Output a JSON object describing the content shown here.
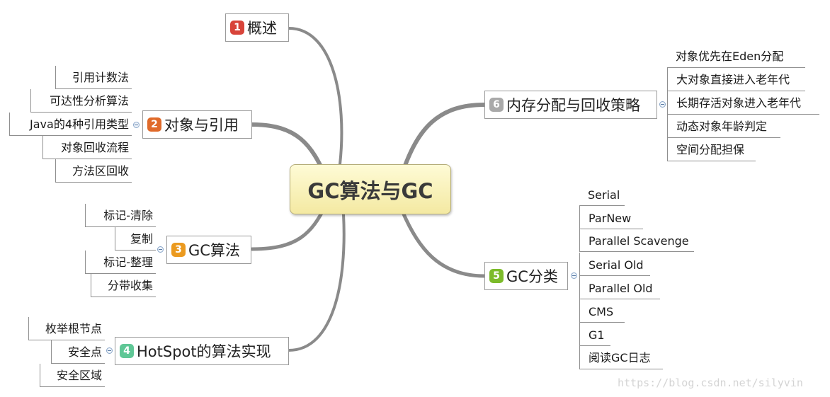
{
  "central": "GC算法与GC",
  "topics": [
    {
      "id": "overview",
      "number": "1",
      "label": "概述",
      "badge_color": "#d8443a",
      "children": []
    },
    {
      "id": "objects",
      "number": "2",
      "label": "对象与引用",
      "badge_color": "#e06a2a",
      "children": [
        "引用计数法",
        "可达性分析算法",
        "Java的4种引用类型",
        "对象回收流程",
        "方法区回收"
      ]
    },
    {
      "id": "gc-algorithms",
      "number": "3",
      "label": "GC算法",
      "badge_color": "#eb9a1f",
      "children": [
        "标记-清除",
        "复制",
        "标记-整理",
        "分带收集"
      ]
    },
    {
      "id": "hotspot",
      "number": "4",
      "label": "HotSpot的算法实现",
      "badge_color": "#5fc796",
      "children": [
        "枚举根节点",
        "安全点",
        "安全区域"
      ]
    },
    {
      "id": "gc-categories",
      "number": "5",
      "label": "GC分类",
      "badge_color": "#7cbb2a",
      "children": [
        "Serial",
        "ParNew",
        "Parallel Scavenge",
        "Serial Old",
        "Parallel Old",
        "CMS",
        "G1",
        "阅读GC日志"
      ]
    },
    {
      "id": "memory",
      "number": "6",
      "label": "内存分配与回收策略",
      "badge_color": "#a9a9a9",
      "children": [
        "对象优先在Eden分配",
        "大对象直接进入老年代",
        "长期存活对象进入老年代",
        "动态对象年龄判定",
        "空间分配担保"
      ]
    }
  ],
  "colors": {
    "branch": "#8a8a8a",
    "central_fill": "#f8efb3",
    "central_border": "#b5ad7a"
  },
  "watermark": "https://blog.csdn.net/silyvin"
}
